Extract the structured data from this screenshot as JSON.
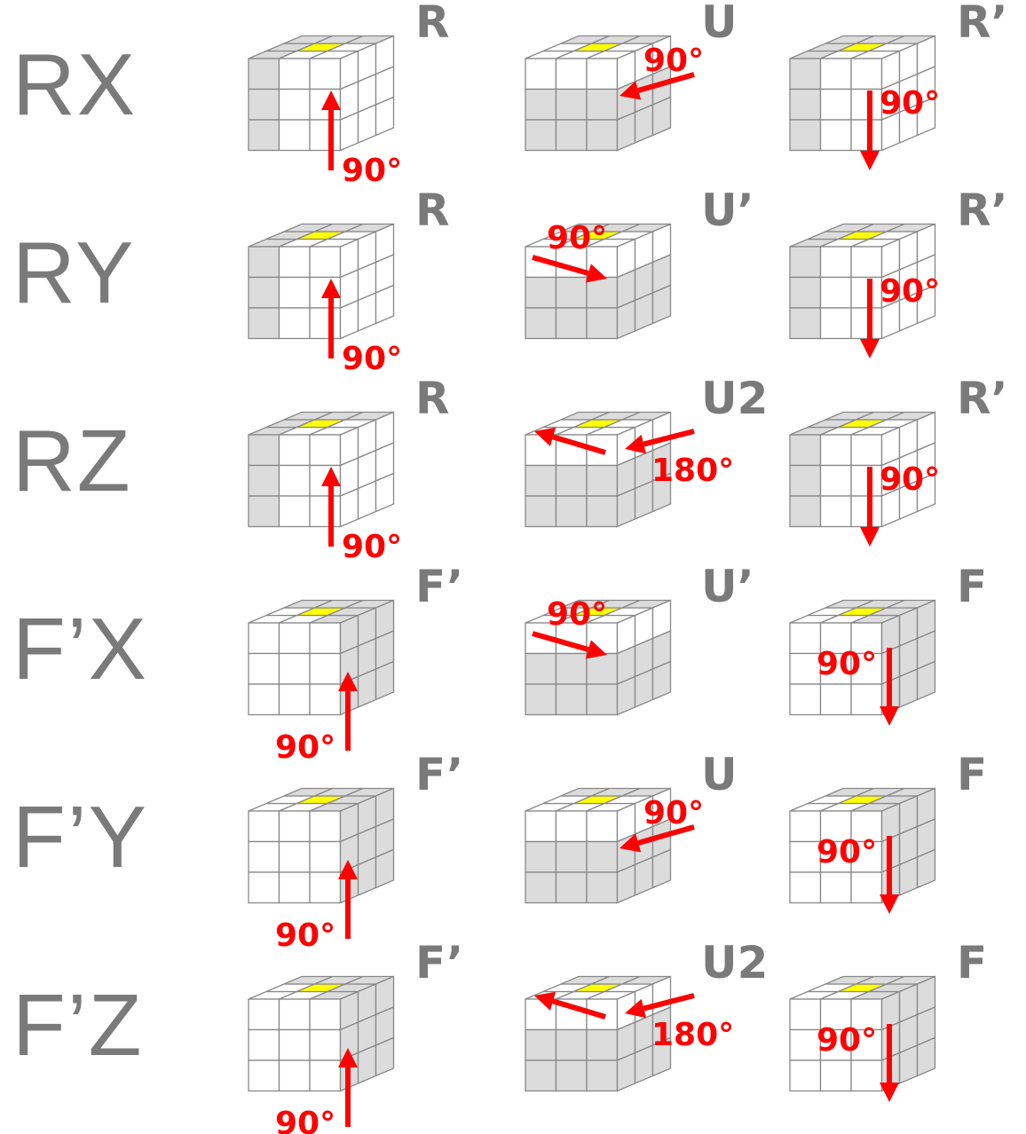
{
  "colors": {
    "sticker_gray": "#dcdcdc",
    "sticker_white": "#ffffff",
    "sticker_yellow": "#ffff00",
    "grid_line": "#888888",
    "arrow_red": "#ff0000",
    "label_gray": "#7a7a7a"
  },
  "rows": [
    {
      "label": "RX",
      "steps": [
        {
          "move": "R",
          "angle": "90°",
          "arrow": "up-right-col",
          "shade": "left"
        },
        {
          "move": "U",
          "angle": "90°",
          "arrow": "top-left",
          "shade": "bottom"
        },
        {
          "move": "R’",
          "angle": "90°",
          "arrow": "down-right-col",
          "shade": "left"
        }
      ]
    },
    {
      "label": "RY",
      "steps": [
        {
          "move": "R",
          "angle": "90°",
          "arrow": "up-right-col",
          "shade": "left"
        },
        {
          "move": "U’",
          "angle": "90°",
          "arrow": "top-right",
          "shade": "bottom"
        },
        {
          "move": "R’",
          "angle": "90°",
          "arrow": "down-right-col",
          "shade": "left"
        }
      ]
    },
    {
      "label": "RZ",
      "steps": [
        {
          "move": "R",
          "angle": "90°",
          "arrow": "up-right-col",
          "shade": "left"
        },
        {
          "move": "U2",
          "angle": "180°",
          "arrow": "top-left-double",
          "shade": "bottom"
        },
        {
          "move": "R’",
          "angle": "90°",
          "arrow": "down-right-col",
          "shade": "left"
        }
      ]
    },
    {
      "label": "F’X",
      "steps": [
        {
          "move": "F’",
          "angle": "90°",
          "arrow": "up-left-col",
          "shade": "right"
        },
        {
          "move": "U’",
          "angle": "90°",
          "arrow": "top-right",
          "shade": "bottom"
        },
        {
          "move": "F",
          "angle": "90°",
          "arrow": "down-left-col",
          "shade": "right"
        }
      ]
    },
    {
      "label": "F’Y",
      "steps": [
        {
          "move": "F’",
          "angle": "90°",
          "arrow": "up-left-col",
          "shade": "right"
        },
        {
          "move": "U",
          "angle": "90°",
          "arrow": "top-left",
          "shade": "bottom"
        },
        {
          "move": "F",
          "angle": "90°",
          "arrow": "down-left-col",
          "shade": "right"
        }
      ]
    },
    {
      "label": "F’Z",
      "steps": [
        {
          "move": "F’",
          "angle": "90°",
          "arrow": "up-left-col",
          "shade": "right"
        },
        {
          "move": "U2",
          "angle": "180°",
          "arrow": "top-left-double",
          "shade": "bottom"
        },
        {
          "move": "F",
          "angle": "90°",
          "arrow": "down-left-col",
          "shade": "right"
        }
      ]
    }
  ]
}
